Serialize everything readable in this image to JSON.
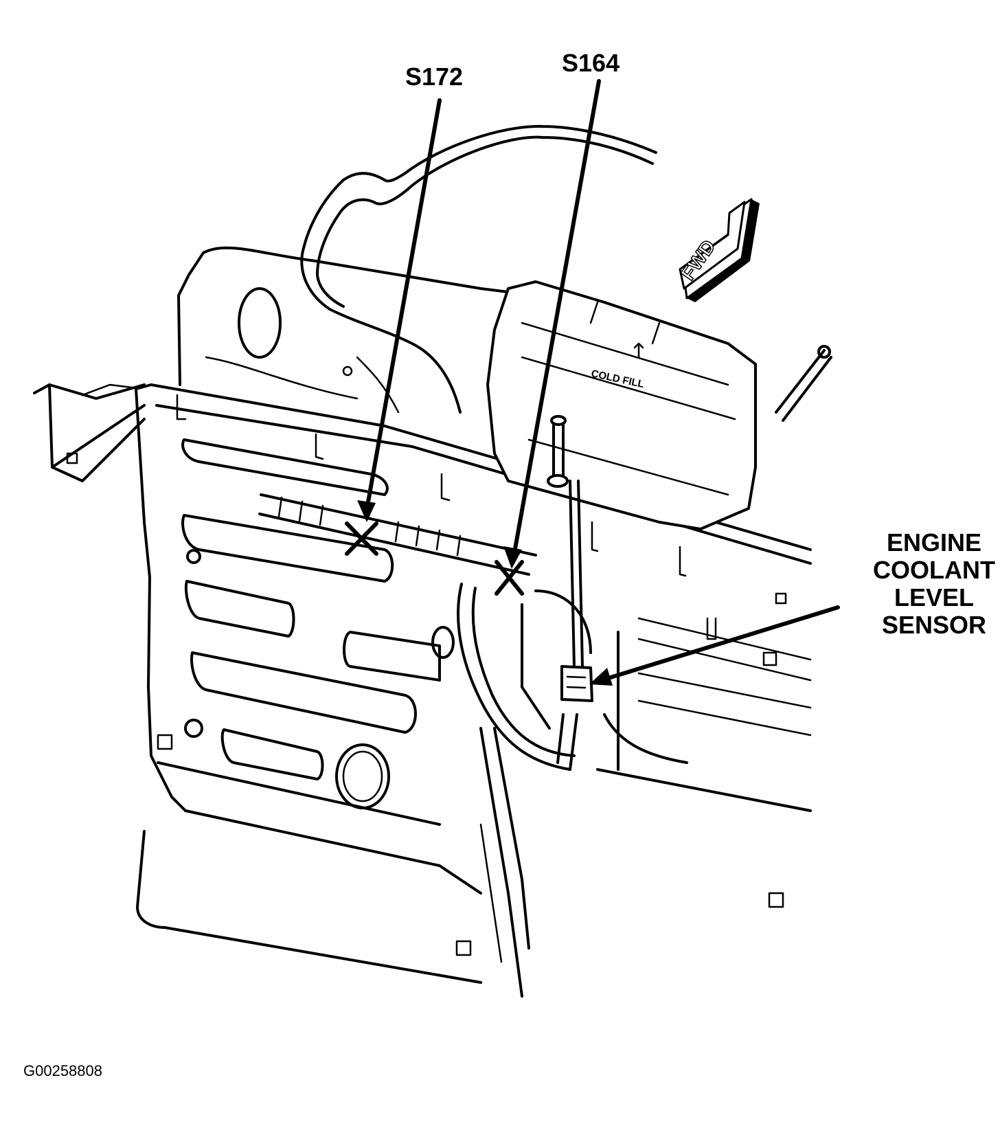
{
  "callouts": {
    "s172": "S172",
    "s164": "S164",
    "sensor_lines": [
      "ENGINE",
      "COOLANT",
      "LEVEL",
      "SENSOR"
    ]
  },
  "arrow_badge": {
    "label": "FWD"
  },
  "reservoir": {
    "label": "COLD FILL"
  },
  "figure_id": "G00258808"
}
